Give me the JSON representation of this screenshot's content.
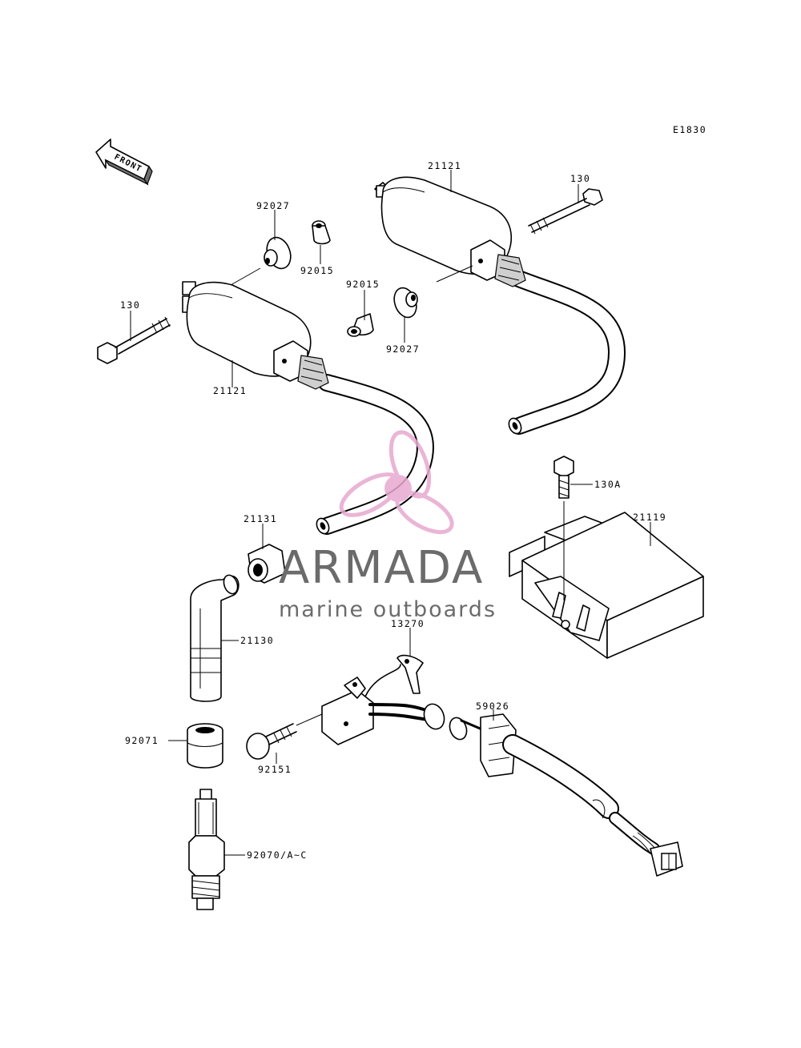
{
  "diagram_code": "E1830",
  "front_badge": "FRONT",
  "callouts": {
    "coil_top_part": "21121",
    "bolt_top": "130",
    "grommet_top": "92027",
    "collar_top": "92015",
    "collar_mid": "92015",
    "grommet_mid": "92027",
    "bolt_left": "130",
    "coil_left_part": "21121",
    "bolt_igniter": "130A",
    "igniter": "21119",
    "cap_nut": "21131",
    "plug_cap": "21130",
    "bracket": "13270",
    "harness": "59026",
    "boot": "92071",
    "bolt_pickup": "92151",
    "spark_plug": "92070/A~C"
  },
  "watermark": {
    "brand": "ARMADA",
    "tagline": "marine outboards",
    "logo_color": "#e7a9cf"
  }
}
